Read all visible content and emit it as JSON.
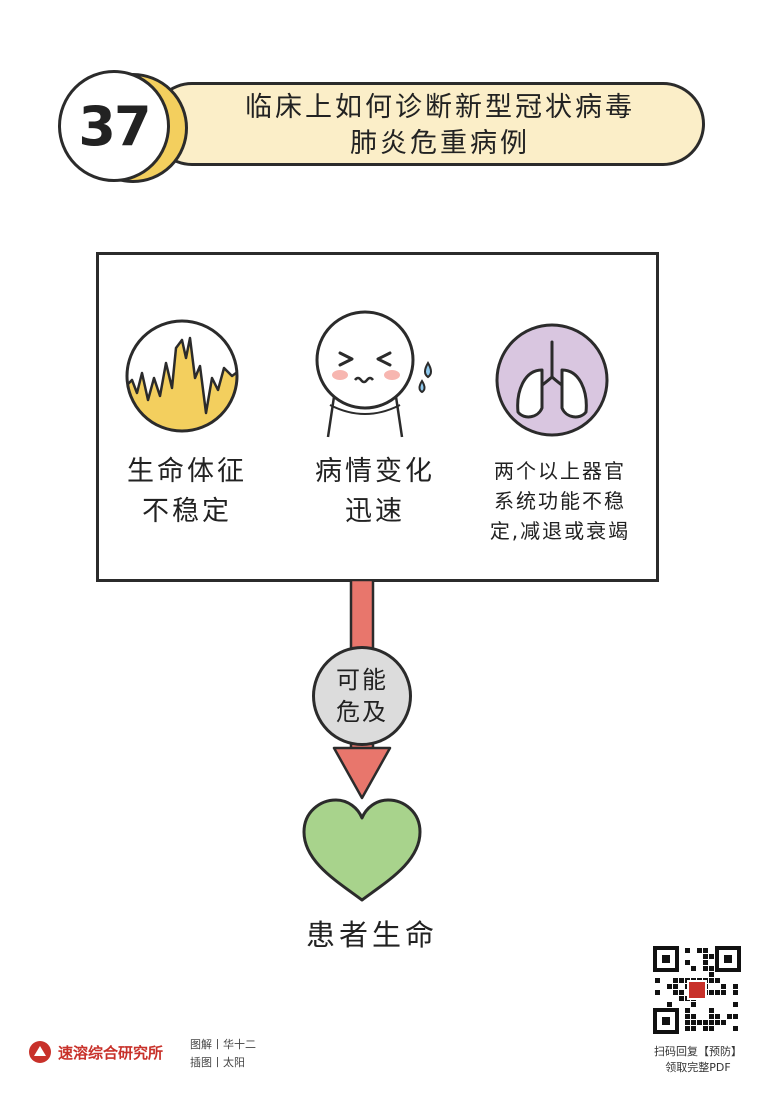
{
  "header": {
    "number": "37",
    "title_line1": "临床上如何诊断新型冠状病毒",
    "title_line2": "肺炎危重病例"
  },
  "conditions": [
    {
      "icon": "vital-signs-wave-icon",
      "line1": "生命体征",
      "line2": "不稳定"
    },
    {
      "icon": "distressed-face-icon",
      "line1": "病情变化",
      "line2": "迅速"
    },
    {
      "icon": "lungs-icon",
      "line1": "两个以上器官",
      "line2": "系统功能不稳",
      "line3": "定,减退或衰竭"
    }
  ],
  "flow": {
    "connector_line1": "可能",
    "connector_line2": "危及",
    "outcome_icon": "heart-icon",
    "outcome_label": "患者生命"
  },
  "footer": {
    "brand_name": "速溶综合研究所",
    "credit_line1": "图解丨华十二",
    "credit_line2": "插图丨太阳",
    "qr_caption_line1": "扫码回复【预防】",
    "qr_caption_line2": "领取完整PDF"
  },
  "colors": {
    "banner": "#fbeec8",
    "badge_shadow": "#f3cf5e",
    "wave_fill": "#f3cf5e",
    "lung_fill": "#d9c6e0",
    "arrow": "#e8766c",
    "heart": "#a8d38c",
    "connector": "#dcdcdc",
    "brand": "#c8312a"
  }
}
